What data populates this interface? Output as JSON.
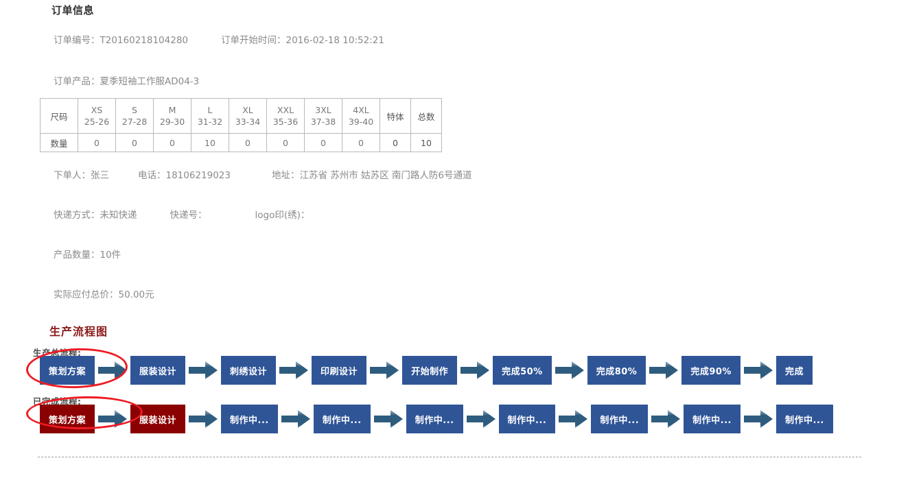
{
  "order": {
    "title": "订单信息",
    "order_no_label": "订单编号：",
    "order_no_value": "T20160218104280",
    "start_time_label": "订单开始时间：",
    "start_time_value": "2016-02-18 10:52:21",
    "product_label": "订单产品：",
    "product_value": "夏季短袖工作服AD04-3",
    "orderer_label": "下单人：",
    "orderer_value": "张三",
    "phone_label": "电话：",
    "phone_value": "18106219023",
    "address_label": "地址：",
    "address_value": "江苏省 苏州市 姑苏区 南门路人防6号通道",
    "express_type_label": "快递方式：",
    "express_type_value": "未知快递",
    "express_no_label": "快递号：",
    "express_no_value": "",
    "logo_label": "logo印(绣)：",
    "logo_value": "",
    "quantity_label": "产品数量：",
    "quantity_value": "10件",
    "total_price_label": "实际应付总价：",
    "total_price_value": "50.00元"
  },
  "size_table": {
    "row_header_size": "尺码",
    "row_header_qty": "数量",
    "sizes": [
      {
        "name": "XS",
        "range": "25-26",
        "qty": "0"
      },
      {
        "name": "S",
        "range": "27-28",
        "qty": "0"
      },
      {
        "name": "M",
        "range": "29-30",
        "qty": "0"
      },
      {
        "name": "L",
        "range": "31-32",
        "qty": "10"
      },
      {
        "name": "XL",
        "range": "33-34",
        "qty": "0"
      },
      {
        "name": "XXL",
        "range": "35-36",
        "qty": "0"
      },
      {
        "name": "3XL",
        "range": "37-38",
        "qty": "0"
      },
      {
        "name": "4XL",
        "range": "39-40",
        "qty": "0"
      }
    ],
    "special_label": "特体",
    "special_qty": "0",
    "total_label": "总数",
    "total_qty": "10"
  },
  "flow": {
    "heading": "生产流程图",
    "total_label": "生产总流程:",
    "completed_label": "已完成流程:",
    "box_color": "#2F5597",
    "done_color": "#8B0000",
    "arrow_color": "#2E5C7E",
    "annotation_color": "#ED1C24",
    "total_steps": [
      "策划方案",
      "服装设计",
      "刺绣设计",
      "印刷设计",
      "开始制作",
      "完成50%",
      "完成80%",
      "完成90%",
      "完成"
    ],
    "completed_steps": [
      {
        "label": "策划方案",
        "done": true
      },
      {
        "label": "服装设计",
        "done": true
      },
      {
        "label": "制作中...",
        "done": false
      },
      {
        "label": "制作中...",
        "done": false
      },
      {
        "label": "制作中...",
        "done": false
      },
      {
        "label": "制作中...",
        "done": false
      },
      {
        "label": "制作中...",
        "done": false
      },
      {
        "label": "制作中...",
        "done": false
      },
      {
        "label": "制作中...",
        "done": false
      }
    ]
  }
}
